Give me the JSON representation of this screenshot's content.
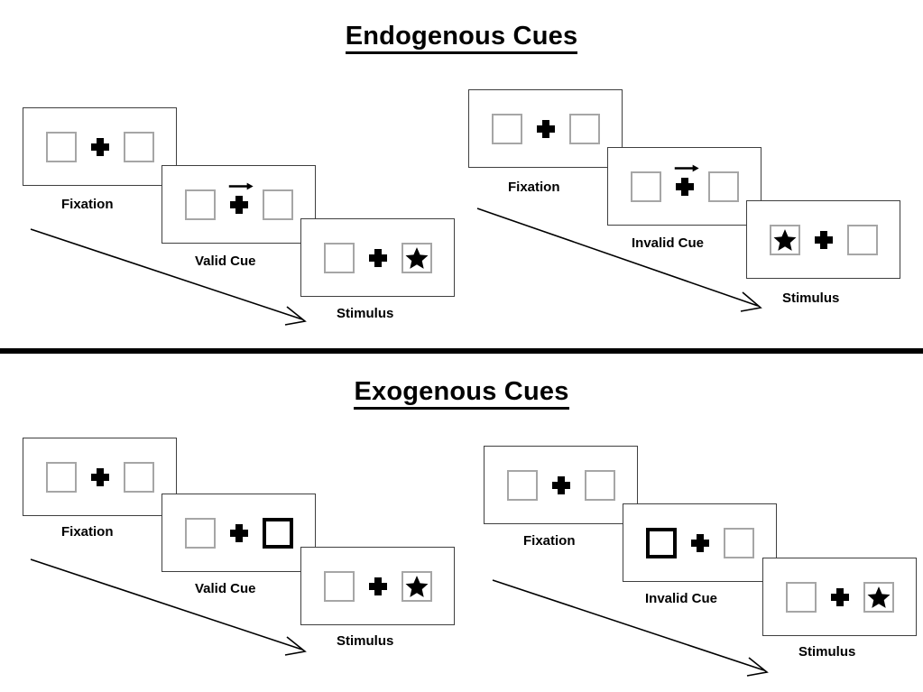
{
  "page": {
    "background": "#ffffff",
    "ink": "#000000",
    "box_outline_color": "#a6a6a6",
    "panel_outline_color": "#3f3f3f",
    "cued_box_color": "#000000"
  },
  "divider": {
    "name": "section-divider",
    "color": "#000000"
  },
  "sections": [
    {
      "id": "endogenous",
      "title": "Endogenous Cues",
      "streams": [
        {
          "id": "endogenous-valid",
          "frames": [
            {
              "stage": "Fixation",
              "left_box": {
                "cued": false,
                "star": false
              },
              "right_box": {
                "cued": false,
                "star": false
              },
              "arrow_cue": false
            },
            {
              "stage": "Valid Cue",
              "left_box": {
                "cued": false,
                "star": false
              },
              "right_box": {
                "cued": false,
                "star": false
              },
              "arrow_cue": true,
              "arrow_direction": "right"
            },
            {
              "stage": "Stimulus",
              "left_box": {
                "cued": false,
                "star": false
              },
              "right_box": {
                "cued": false,
                "star": true
              },
              "arrow_cue": false
            }
          ],
          "time_arrow": "time-arrow-endogenous-valid"
        },
        {
          "id": "endogenous-invalid",
          "frames": [
            {
              "stage": "Fixation",
              "left_box": {
                "cued": false,
                "star": false
              },
              "right_box": {
                "cued": false,
                "star": false
              },
              "arrow_cue": false
            },
            {
              "stage": "Invalid Cue",
              "left_box": {
                "cued": false,
                "star": false
              },
              "right_box": {
                "cued": false,
                "star": false
              },
              "arrow_cue": true,
              "arrow_direction": "right"
            },
            {
              "stage": "Stimulus",
              "left_box": {
                "cued": false,
                "star": true
              },
              "right_box": {
                "cued": false,
                "star": false
              },
              "arrow_cue": false
            }
          ],
          "time_arrow": "time-arrow-endogenous-invalid"
        }
      ]
    },
    {
      "id": "exogenous",
      "title": "Exogenous Cues",
      "streams": [
        {
          "id": "exogenous-valid",
          "frames": [
            {
              "stage": "Fixation",
              "left_box": {
                "cued": false,
                "star": false
              },
              "right_box": {
                "cued": false,
                "star": false
              },
              "arrow_cue": false
            },
            {
              "stage": "Valid Cue",
              "left_box": {
                "cued": false,
                "star": false
              },
              "right_box": {
                "cued": true,
                "star": false
              },
              "arrow_cue": false
            },
            {
              "stage": "Stimulus",
              "left_box": {
                "cued": false,
                "star": false
              },
              "right_box": {
                "cued": false,
                "star": true
              },
              "arrow_cue": false
            }
          ],
          "time_arrow": "time-arrow-exogenous-valid"
        },
        {
          "id": "exogenous-invalid",
          "frames": [
            {
              "stage": "Fixation",
              "left_box": {
                "cued": false,
                "star": false
              },
              "right_box": {
                "cued": false,
                "star": false
              },
              "arrow_cue": false
            },
            {
              "stage": "Invalid Cue",
              "left_box": {
                "cued": true,
                "star": false
              },
              "right_box": {
                "cued": false,
                "star": false
              },
              "arrow_cue": false
            },
            {
              "stage": "Stimulus",
              "left_box": {
                "cued": false,
                "star": false
              },
              "right_box": {
                "cued": false,
                "star": true
              },
              "arrow_cue": false
            }
          ],
          "time_arrow": "time-arrow-exogenous-invalid"
        }
      ]
    }
  ],
  "labels": {
    "fixation": "Fixation",
    "valid_cue": "Valid Cue",
    "invalid_cue": "Invalid Cue",
    "stimulus": "Stimulus"
  }
}
